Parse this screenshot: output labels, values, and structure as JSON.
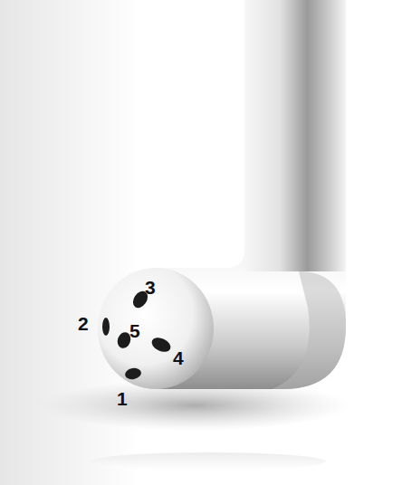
{
  "diagram": {
    "labels": [
      "3",
      "2",
      "5",
      "4",
      "1"
    ]
  }
}
